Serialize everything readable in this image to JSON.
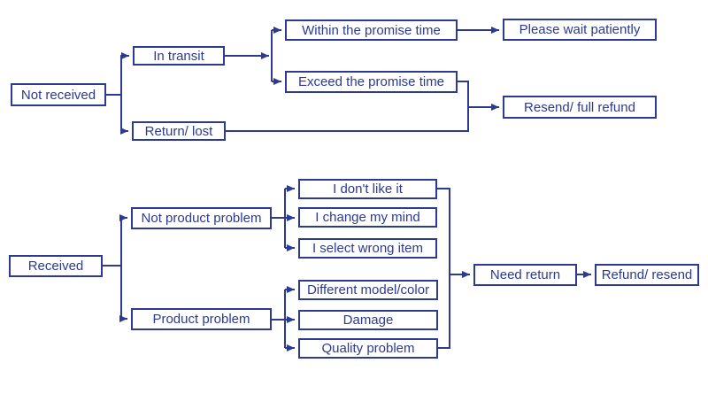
{
  "diagram": {
    "type": "flowchart",
    "topic": "Order issue resolution flow",
    "colors": null
  },
  "colors": {
    "line": "#2c3a92",
    "text": "#2c3a92",
    "box_fill": "#ffffff",
    "background": "#ffffff"
  },
  "flowchart": {
    "nodes": [
      {
        "id": "not-received",
        "label": "Not received"
      },
      {
        "id": "in-transit",
        "label": "In transit"
      },
      {
        "id": "return-lost",
        "label": "Return/ lost"
      },
      {
        "id": "within-promise-time",
        "label": "Within the promise time"
      },
      {
        "id": "exceed-promise-time",
        "label": "Exceed the promise time"
      },
      {
        "id": "please-wait-patiently",
        "label": "Please wait patiently"
      },
      {
        "id": "resend-full-refund",
        "label": "Resend/ full refund"
      },
      {
        "id": "received",
        "label": "Received"
      },
      {
        "id": "not-product-problem",
        "label": "Not product problem"
      },
      {
        "id": "product-problem",
        "label": "Product problem"
      },
      {
        "id": "i-dont-like-it",
        "label": "I don't like it"
      },
      {
        "id": "i-change-my-mind",
        "label": "I change my mind"
      },
      {
        "id": "i-select-wrong-item",
        "label": "I select wrong item"
      },
      {
        "id": "different-model-color",
        "label": "Different model/color"
      },
      {
        "id": "damage",
        "label": "Damage"
      },
      {
        "id": "quality-problem",
        "label": "Quality problem"
      },
      {
        "id": "need-return",
        "label": "Need return"
      },
      {
        "id": "refund-resend",
        "label": "Refund/ resend"
      }
    ]
  }
}
